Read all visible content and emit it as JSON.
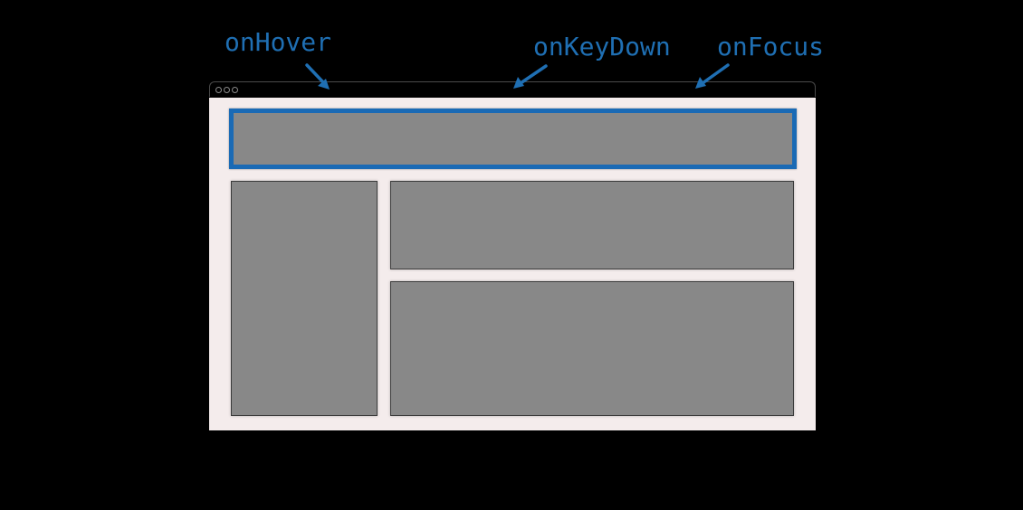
{
  "events": {
    "hover": "onHover",
    "keydown": "onKeyDown",
    "focus": "onFocus"
  },
  "colors": {
    "background": "#000000",
    "accent": "#1a6ab5",
    "label": "#1f6fb3",
    "viewport": "#f4ecec",
    "panel": "#888888"
  },
  "highlighted_panel": "header-panel"
}
